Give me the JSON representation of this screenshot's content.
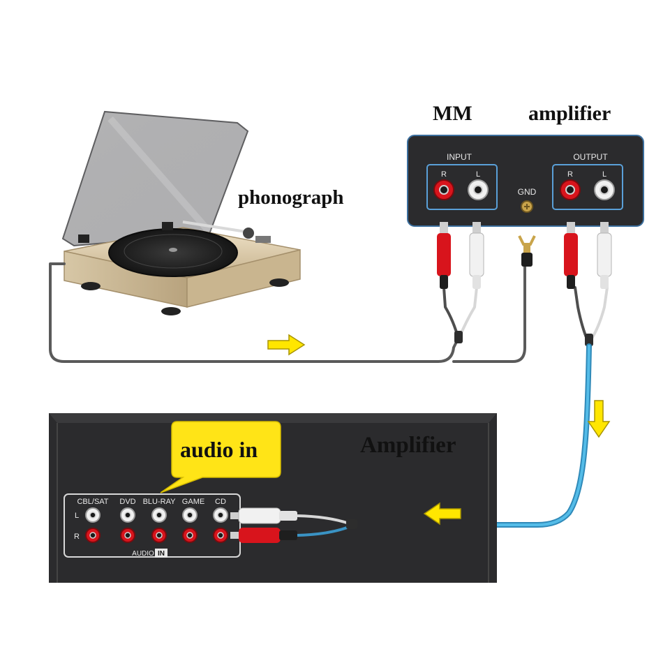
{
  "labels": {
    "phonograph": "phonograph",
    "preamp_mm": "MM",
    "preamp_amplifier": "amplifier",
    "amplifier": "Amplifier",
    "audio_in_callout": "audio in"
  },
  "preamp_panel": {
    "input_title": "INPUT",
    "output_title": "OUTPUT",
    "gnd": "GND",
    "r": "R",
    "l": "L"
  },
  "amp_panel": {
    "sources": [
      "CBL/SAT",
      "DVD",
      "BLU-RAY",
      "GAME",
      "CD"
    ],
    "row_l": "L",
    "row_r": "R",
    "audio": "AUDIO",
    "in": "IN"
  },
  "colors": {
    "panel": "#2b2b2d",
    "panel_border": "#3c6f9e",
    "frame_blue": "#5aa0d8",
    "rca_red": "#d8141c",
    "rca_white": "#f1f1f1",
    "cable_gray": "#5a5a5a",
    "cable_blue": "#3ba3d6",
    "arrow_yellow": "#ffe600",
    "callout_yellow": "#ffe417"
  },
  "icons": [
    "arrow-right-icon",
    "arrow-down-icon",
    "arrow-left-icon"
  ]
}
